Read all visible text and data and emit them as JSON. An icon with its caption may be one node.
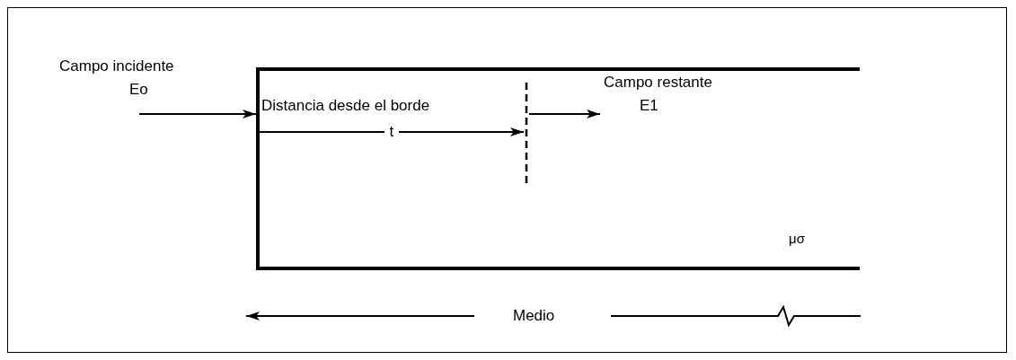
{
  "diagram": {
    "nodes": [
      {
        "text": [
          "Campo incidente",
          "Eo"
        ]
      },
      {
        "text": [],
        "shape": "box"
      },
      {
        "text": [],
        "shape": "line",
        "in": 1
      },
      {
        "text": [
          "Campo restante",
          "E1"
        ],
        "in": 1
      }
    ],
    "edges": [
      {
        "from": 0,
        "to": 1,
        "arrow": "to"
      },
      {
        "from": 1,
        "to": 2,
        "arrow": "to",
        "label": "t"
      },
      {
        "from": 2,
        "to": 3,
        "arrow": "to"
      }
    ],
    "labels": [
      "Distancia desde el borde",
      "μσ",
      "Medio"
    ]
  }
}
